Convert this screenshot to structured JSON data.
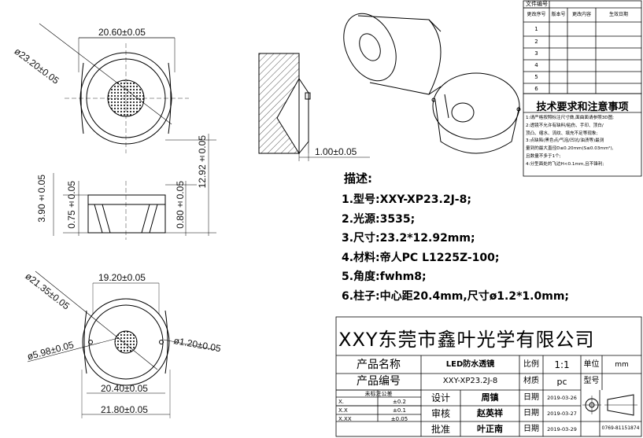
{
  "views": {
    "top": {
      "dim_width": "20.60±0.05",
      "dim_diameter": "ø23.20±0.05"
    },
    "side": {
      "dim_3_90": "3.90±0.05",
      "dim_0_75": "0.75±0.05",
      "dim_0_80": "0.80±0.05",
      "dim_12_92": "12.92±0.05"
    },
    "bottom": {
      "dim_diameter": "ø21.35±0.05",
      "dim_19_20": "19.20±0.05",
      "dim_5_98": "ø5.98±0.05",
      "dim_1_20": "ø1.20±0.05",
      "dim_20_40": "20.40±0.05",
      "dim_21_80": "21.80±0.05"
    },
    "section": {
      "dim_1_00": "1.00±0.05"
    }
  },
  "revision_table": {
    "title": "文件编号",
    "headers": [
      "更改序号",
      "版本号",
      "更改内容",
      "生效日期"
    ],
    "rows": [
      "1",
      "2",
      "3",
      "4",
      "5",
      "6"
    ]
  },
  "tech_requirements": {
    "title": "技术要求和注意事项",
    "lines": [
      "1:请严格按照标注尺寸做,面曲面请参照3D图;",
      "2:透镜不允许有缺料/粘伤、手印、顶白/",
      "顶凸、缩水、流纹、填充不足等现象;",
      "3:点缺陷(黑色点/气泡/凹坑/油渍等)最测",
      "量到的最大直径D≤0.20mm(S≤0.03mm²),",
      "且数量不多于1个;",
      "4:分型面处的飞边H<0.1mm,且不锋利;"
    ]
  },
  "description": {
    "title": "描述:",
    "lines": [
      "1.型号:XXY-XP23.2J-8;",
      "2.光源:3535;",
      "3.尺寸:23.2*12.92mm;",
      "4.材料:帝人PC L1225Z-100;",
      "5.角度:fwhm8;",
      "6.柱子:中心距20.4mm,尺寸ø1.2*1.0mm;"
    ]
  },
  "title_block": {
    "company": "XXY东莞市鑫叶光学有限公司",
    "product_name_label": "产品名称",
    "product_name": "LED防水透镜",
    "product_code_label": "产品编号",
    "product_code": "XXY-XP23.2J-8",
    "scale_label": "比例",
    "scale": "1:1",
    "unit_label": "单位",
    "unit": "mm",
    "material_label": "材质",
    "material": "pc",
    "model_label": "型号",
    "tolerance_title": "未标注公差",
    "tolerances": [
      {
        "fmt": "X.",
        "val": "±0.2"
      },
      {
        "fmt": "X.X",
        "val": "±0.1"
      },
      {
        "fmt": "X.XX",
        "val": "±0.05"
      }
    ],
    "design_label": "设计",
    "design_name": "周镇",
    "review_label": "审核",
    "review_name": "赵英祥",
    "approve_label": "批准",
    "approve_name": "叶正南",
    "date_label": "日期",
    "date1": "2019-03-26",
    "date2": "2019-03-27",
    "date3": "2019-03-29",
    "phone": "0769-81151874"
  }
}
